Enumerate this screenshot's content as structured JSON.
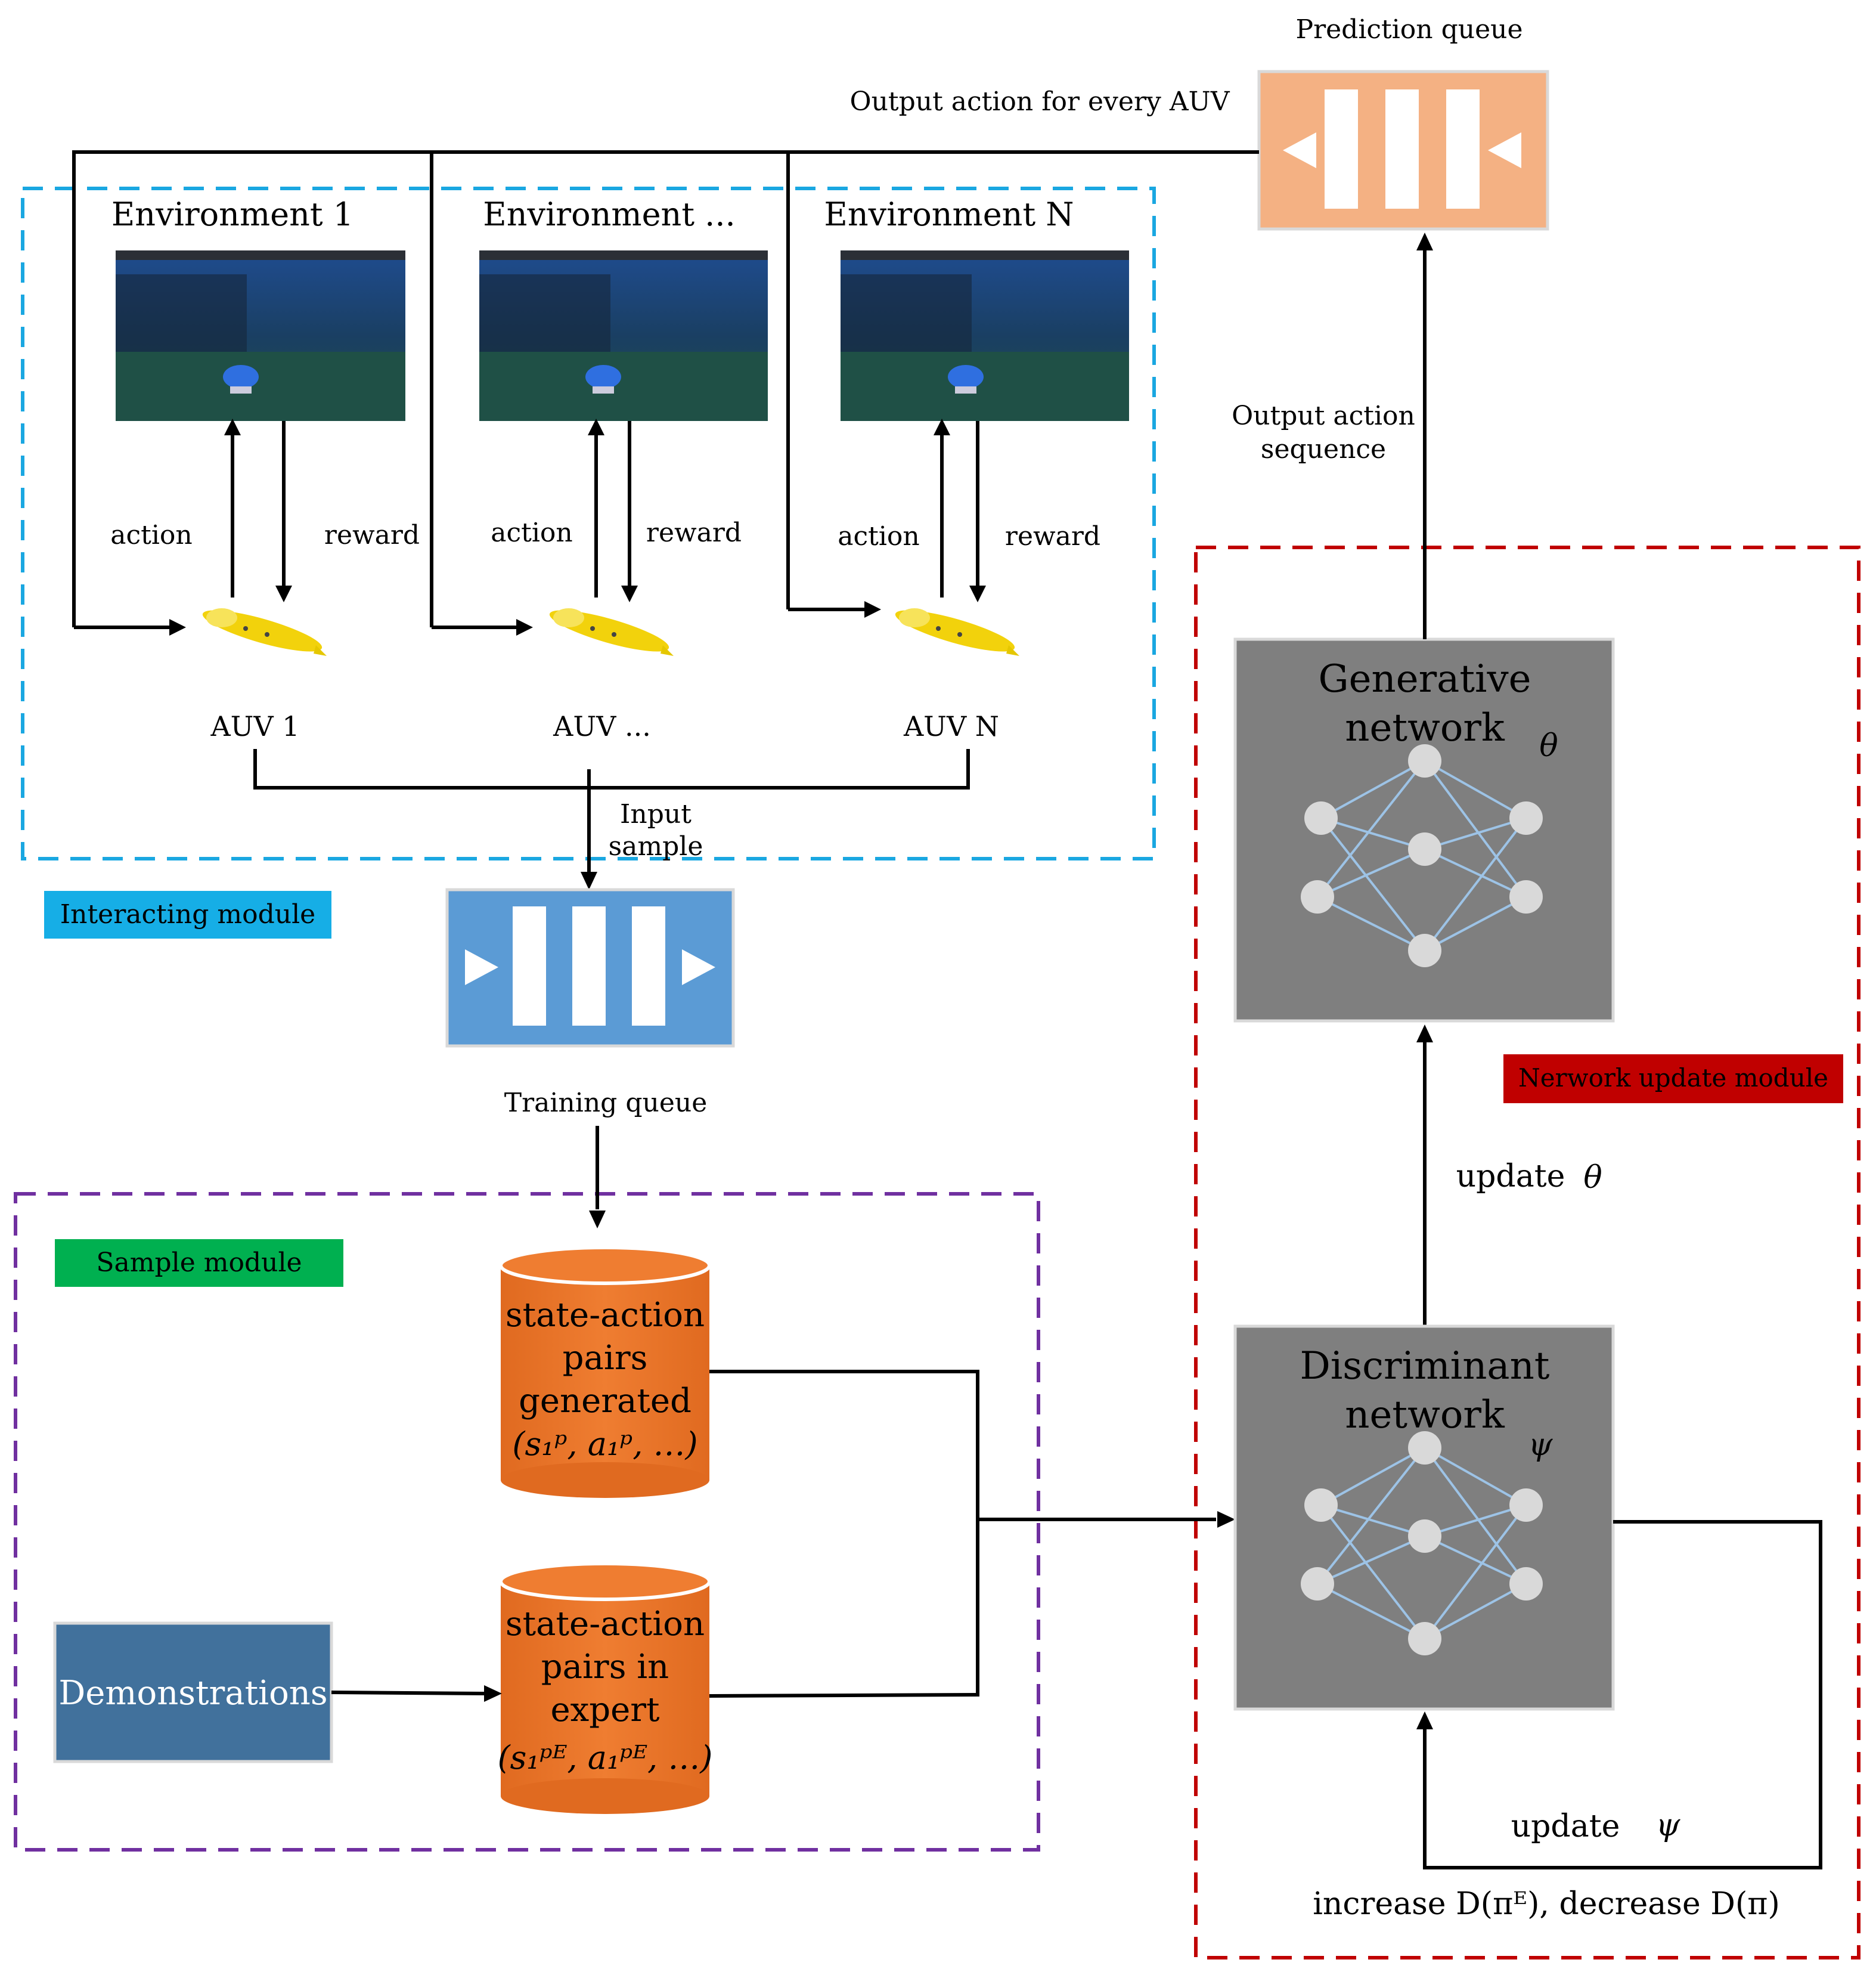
{
  "prediction_queue": {
    "title": "Prediction queue",
    "output_label": "Output action for every AUV"
  },
  "interacting": {
    "label": "Interacting module",
    "environments": [
      {
        "title": "Environment 1",
        "auv": "AUV 1",
        "action": "action",
        "reward": "reward"
      },
      {
        "title": "Environment ...",
        "auv": "AUV ...",
        "action": "action",
        "reward": "reward"
      },
      {
        "title": "Environment N",
        "auv": "AUV N",
        "action": "action",
        "reward": "reward"
      }
    ],
    "input_sample": [
      "Input",
      "sample"
    ]
  },
  "training_queue": {
    "label": "Training queue"
  },
  "sample_module": {
    "label": "Sample module",
    "generated": {
      "lines": [
        "state-action",
        "pairs",
        "generated"
      ],
      "formula": "(s₁ᵖ, a₁ᵖ, …)"
    },
    "expert": {
      "lines": [
        "state-action",
        "pairs in",
        "expert"
      ],
      "formula": "(s₁ᵖᴱ, a₁ᵖᴱ, …)"
    },
    "demonstrations": "Demonstrations"
  },
  "network_module": {
    "label": "Nerwork update module",
    "generative": {
      "lines": [
        "Generative",
        "network"
      ],
      "param": "θ"
    },
    "discriminant": {
      "lines": [
        "Discriminant",
        "network"
      ],
      "param": "ψ"
    },
    "output_sequence": [
      "Output action",
      "sequence"
    ],
    "update_theta": {
      "text": "update",
      "param": "θ"
    },
    "update_psi": {
      "text": "update",
      "param": "ψ"
    },
    "increase_decrease": "increase D(πᴱ), decrease D(π)"
  },
  "colors": {
    "interacting_border": "#1aa7e1",
    "interacting_label_bg": "#16aee6",
    "sample_border": "#7030a0",
    "sample_label_bg": "#00b050",
    "network_border": "#c00000",
    "network_label_bg": "#c00000",
    "prediction_queue": "#f4b183",
    "training_queue": "#5b9bd5",
    "cylinder": "#ed7d31",
    "demonstrations": "#41719c",
    "network_box": "#7f7f7f",
    "neuron": "#d9d9d9",
    "edge": "#9dc3e6"
  }
}
